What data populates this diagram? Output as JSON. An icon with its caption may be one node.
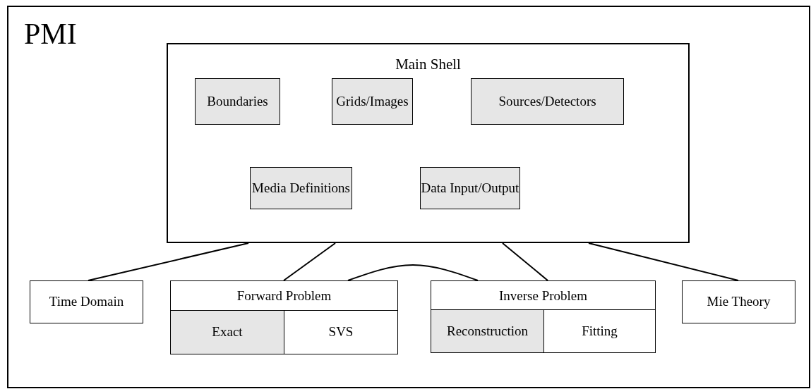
{
  "diagram": {
    "nodes": [
      {
        "text": [
          "PMI"
        ]
      },
      {
        "text": [
          "Main Shell"
        ],
        "in": 0
      },
      {
        "text": [
          "Boundaries"
        ],
        "in": 1
      },
      {
        "text": [
          "Grids/Images"
        ],
        "in": 1
      },
      {
        "text": [
          "Sources/Detectors"
        ],
        "in": 1
      },
      {
        "text": [
          "Media Definitions"
        ],
        "in": 1
      },
      {
        "text": [
          "Data Input/Output"
        ],
        "in": 1
      },
      {
        "text": [
          "Time Domain"
        ],
        "in": 0
      },
      {
        "text": [
          "Forward Problem"
        ],
        "in": 0
      },
      {
        "text": [
          "Exact"
        ],
        "in": 8
      },
      {
        "text": [
          "SVS"
        ],
        "in": 8
      },
      {
        "text": [
          "Inverse Problem"
        ],
        "in": 0
      },
      {
        "text": [
          "Reconstruction"
        ],
        "in": 11
      },
      {
        "text": [
          "Fitting"
        ],
        "in": 11
      },
      {
        "text": [
          "Mie Theory"
        ],
        "in": 0
      }
    ],
    "edges": [
      {
        "from": 1,
        "to": 7,
        "arrow": "none"
      },
      {
        "from": 1,
        "to": 8,
        "arrow": "none"
      },
      {
        "from": 8,
        "to": 11,
        "arrow": "none"
      },
      {
        "from": 1,
        "to": 11,
        "arrow": "none"
      },
      {
        "from": 1,
        "to": 14,
        "arrow": "none"
      }
    ]
  }
}
